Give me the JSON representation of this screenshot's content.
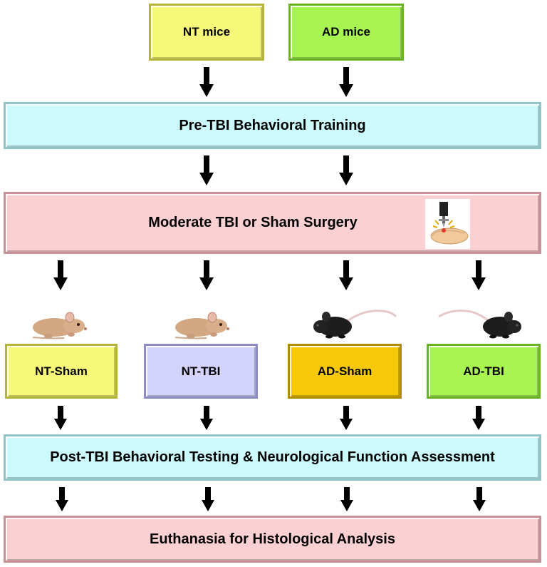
{
  "mice": {
    "nt": "NT mice",
    "ad": "AD mice"
  },
  "steps": {
    "pre_training": "Pre-TBI Behavioral Training",
    "surgery": "Moderate TBI or Sham Surgery",
    "post_testing": "Post-TBI Behavioral Testing & Neurological Function Assessment",
    "euthanasia": "Euthanasia for Histological Analysis"
  },
  "groups": {
    "nt_sham": "NT-Sham",
    "nt_tbi": "NT-TBI",
    "ad_sham": "AD-Sham",
    "ad_tbi": "AD-TBI"
  },
  "colors": {
    "nt_yellow": "#f7f77a",
    "ad_green": "#a8f552",
    "step_cyan": "#ccf9fb",
    "step_pink": "#fbd0d3",
    "nt_tbi_lavender": "#d3d2fa",
    "ad_sham_gold": "#f6c808"
  },
  "icons": [
    "surgery-impactor-icon",
    "tan-mouse-icon",
    "black-mouse-icon",
    "down-arrow-icon"
  ]
}
